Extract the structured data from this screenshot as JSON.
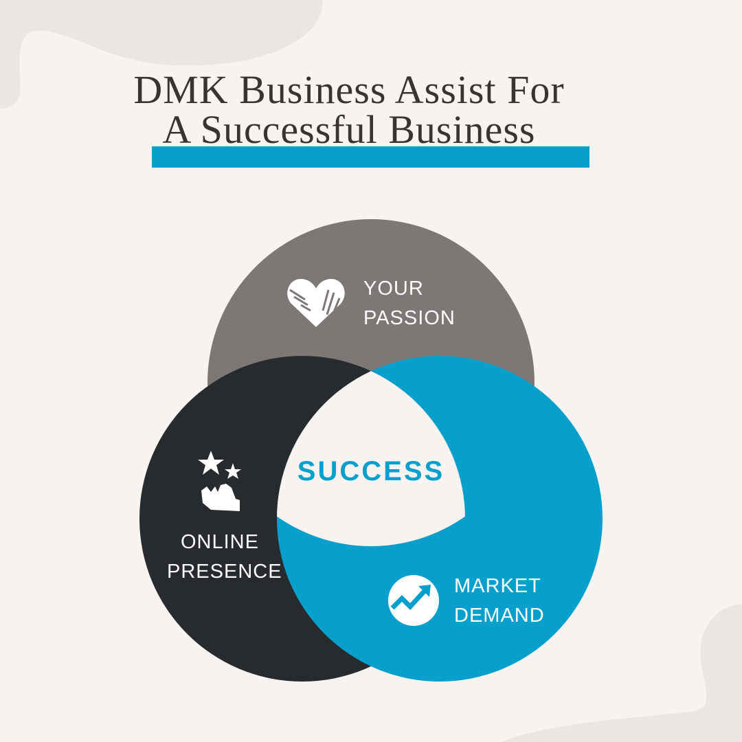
{
  "title": {
    "line1": "DMK Business Assist For",
    "line2": "A Successful Business"
  },
  "diagram": {
    "center": "SUCCESS",
    "circles": [
      {
        "id": "passion",
        "line1": "YOUR",
        "line2": "PASSION",
        "icon": "heart-hands-icon",
        "color": "#7d7875"
      },
      {
        "id": "online",
        "line1": "ONLINE",
        "line2": "PRESENCE",
        "icon": "stars-hand-icon",
        "color": "#272b2e"
      },
      {
        "id": "market",
        "line1": "MARKET",
        "line2": "DEMAND",
        "icon": "growth-chart-icon",
        "color": "#079fcb"
      }
    ]
  },
  "colors": {
    "background": "#f6f3f0",
    "accent": "#079fcb",
    "blob": "#ebe6e1"
  }
}
